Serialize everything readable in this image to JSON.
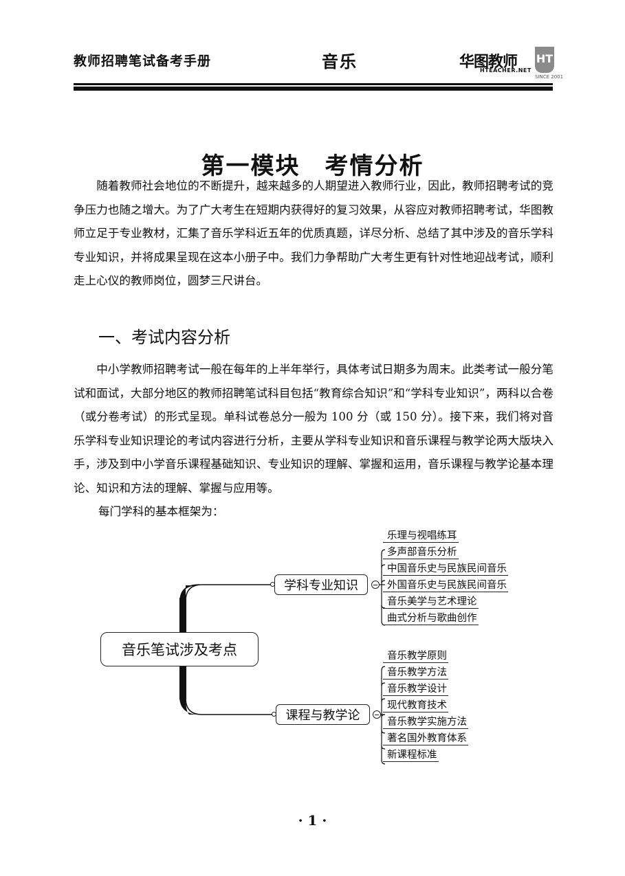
{
  "header": {
    "book_title": "教师招聘笔试备考手册",
    "subject": "音乐",
    "logo": {
      "brand": "华图教师",
      "site": "HTEACHER.NET",
      "mark": "HT",
      "since": "SINCE 2001"
    }
  },
  "main": {
    "title": "第一模块　考情分析",
    "intro_paragraph": "随着教师社会地位的不断提升，越来越多的人期望进入教师行业，因此，教师招聘考试的竞争压力也随之增大。为了广大考生在短期内获得好的复习效果，从容应对教师招聘考试，华图教师立足于专业教材，汇集了音乐学科近五年的优质真题，详尽分析、总结了其中涉及的音乐学科专业知识，并将成果呈现在这本小册子中。我们力争帮助广大考生更有针对性地迎战考试，顺利走上心仪的教师岗位，圆梦三尺讲台。",
    "section_heading": "一、考试内容分析",
    "section_paragraph": "中小学教师招聘考试一般在每年的上半年举行，具体考试日期多为周末。此类考试一般分笔试和面试，大部分地区的教师招聘笔试科目包括“教育综合知识”和“学科专业知识”，两科以合卷（或分卷考试）的形式呈现。单科试卷总分一般为 100 分（或 150 分）。接下来，我们将对音乐学科专业知识理论的考试内容进行分析，主要从学科专业知识和音乐课程与教学论两大版块入手，涉及到中小学音乐课程基础知识、专业知识的理解、掌握和运用，音乐课程与教学论基本理论、知识和方法的理解、掌握与应用等。",
    "framework_intro": "每门学科的基本框架为："
  },
  "mindmap": {
    "root": "音乐笔试涉及考点",
    "branches": [
      {
        "label": "学科专业知识",
        "leaves": [
          "乐理与视唱练耳",
          "多声部音乐分析",
          "中国音乐史与民族民间音乐",
          "外国音乐史与民族民间音乐",
          "音乐美学与艺术理论",
          "曲式分析与歌曲创作"
        ]
      },
      {
        "label": "课程与教学论",
        "leaves": [
          "音乐教学原则",
          "音乐教学方法",
          "音乐教学设计",
          "现代教育技术",
          "音乐教学实施方法",
          "著名国外教育体系",
          "新课程标准"
        ]
      }
    ]
  },
  "footer": {
    "page_number": "· 1 ·"
  }
}
